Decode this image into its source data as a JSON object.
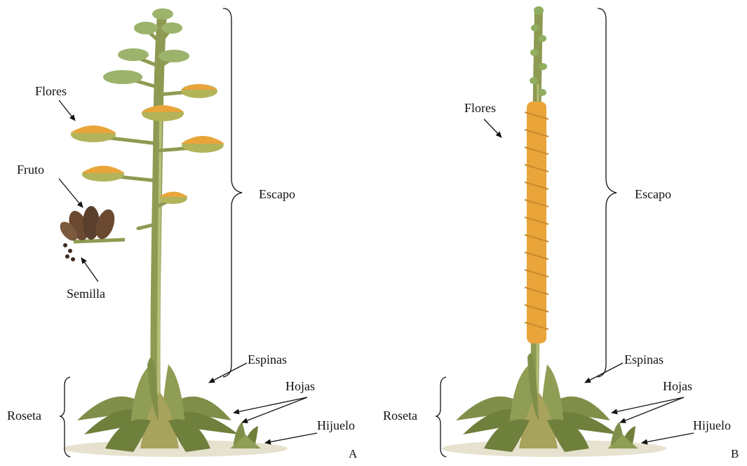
{
  "panels": [
    {
      "id": "A",
      "letter": "A",
      "labels": {
        "flores": "Flores",
        "fruto": "Fruto",
        "semilla": "Semilla",
        "escapo": "Escapo",
        "espinas": "Espinas",
        "hojas": "Hojas",
        "roseta": "Roseta",
        "hijuelo": "Hijuelo"
      }
    },
    {
      "id": "B",
      "letter": "B",
      "labels": {
        "flores": "Flores",
        "escapo": "Escapo",
        "espinas": "Espinas",
        "hojas": "Hojas",
        "roseta": "Roseta",
        "hijuelo": "Hijuelo"
      }
    }
  ],
  "colors": {
    "stalk": "#9aa35a",
    "stalk_dark": "#6f7a3a",
    "leaf": "#7f8f4a",
    "leaf_dark": "#55622e",
    "flower": "#e9a43a",
    "flower_base": "#9bb36b",
    "ground": "#e6e2cf",
    "seed_pod": "#5a3f2c",
    "line": "#111111"
  }
}
